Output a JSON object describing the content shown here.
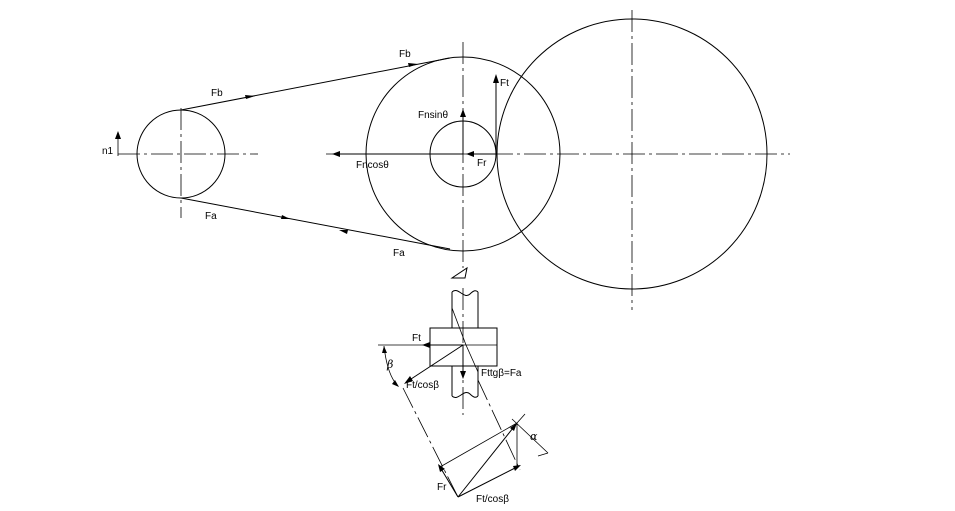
{
  "labels": {
    "fb_top": "Fb",
    "fb_left": "Fb",
    "fa_left": "Fa",
    "fa_bottom": "Fa",
    "n1": "n1",
    "ft_gear": "Ft",
    "fn_sin": "Fnsinθ",
    "fn_cos": "Fncosθ",
    "fr_gear": "Fr",
    "ft_shaft": "Ft",
    "beta": "β",
    "ft_cos_beta_mid": "Ft/cosβ",
    "ft_tg_beta": "Fttgβ=Fa",
    "alpha": "α",
    "fr_bottom": "Fr",
    "ft_cos_beta_bottom": "Ft/cosβ"
  },
  "colors": {
    "ink": "#000000",
    "background": "#ffffff"
  }
}
